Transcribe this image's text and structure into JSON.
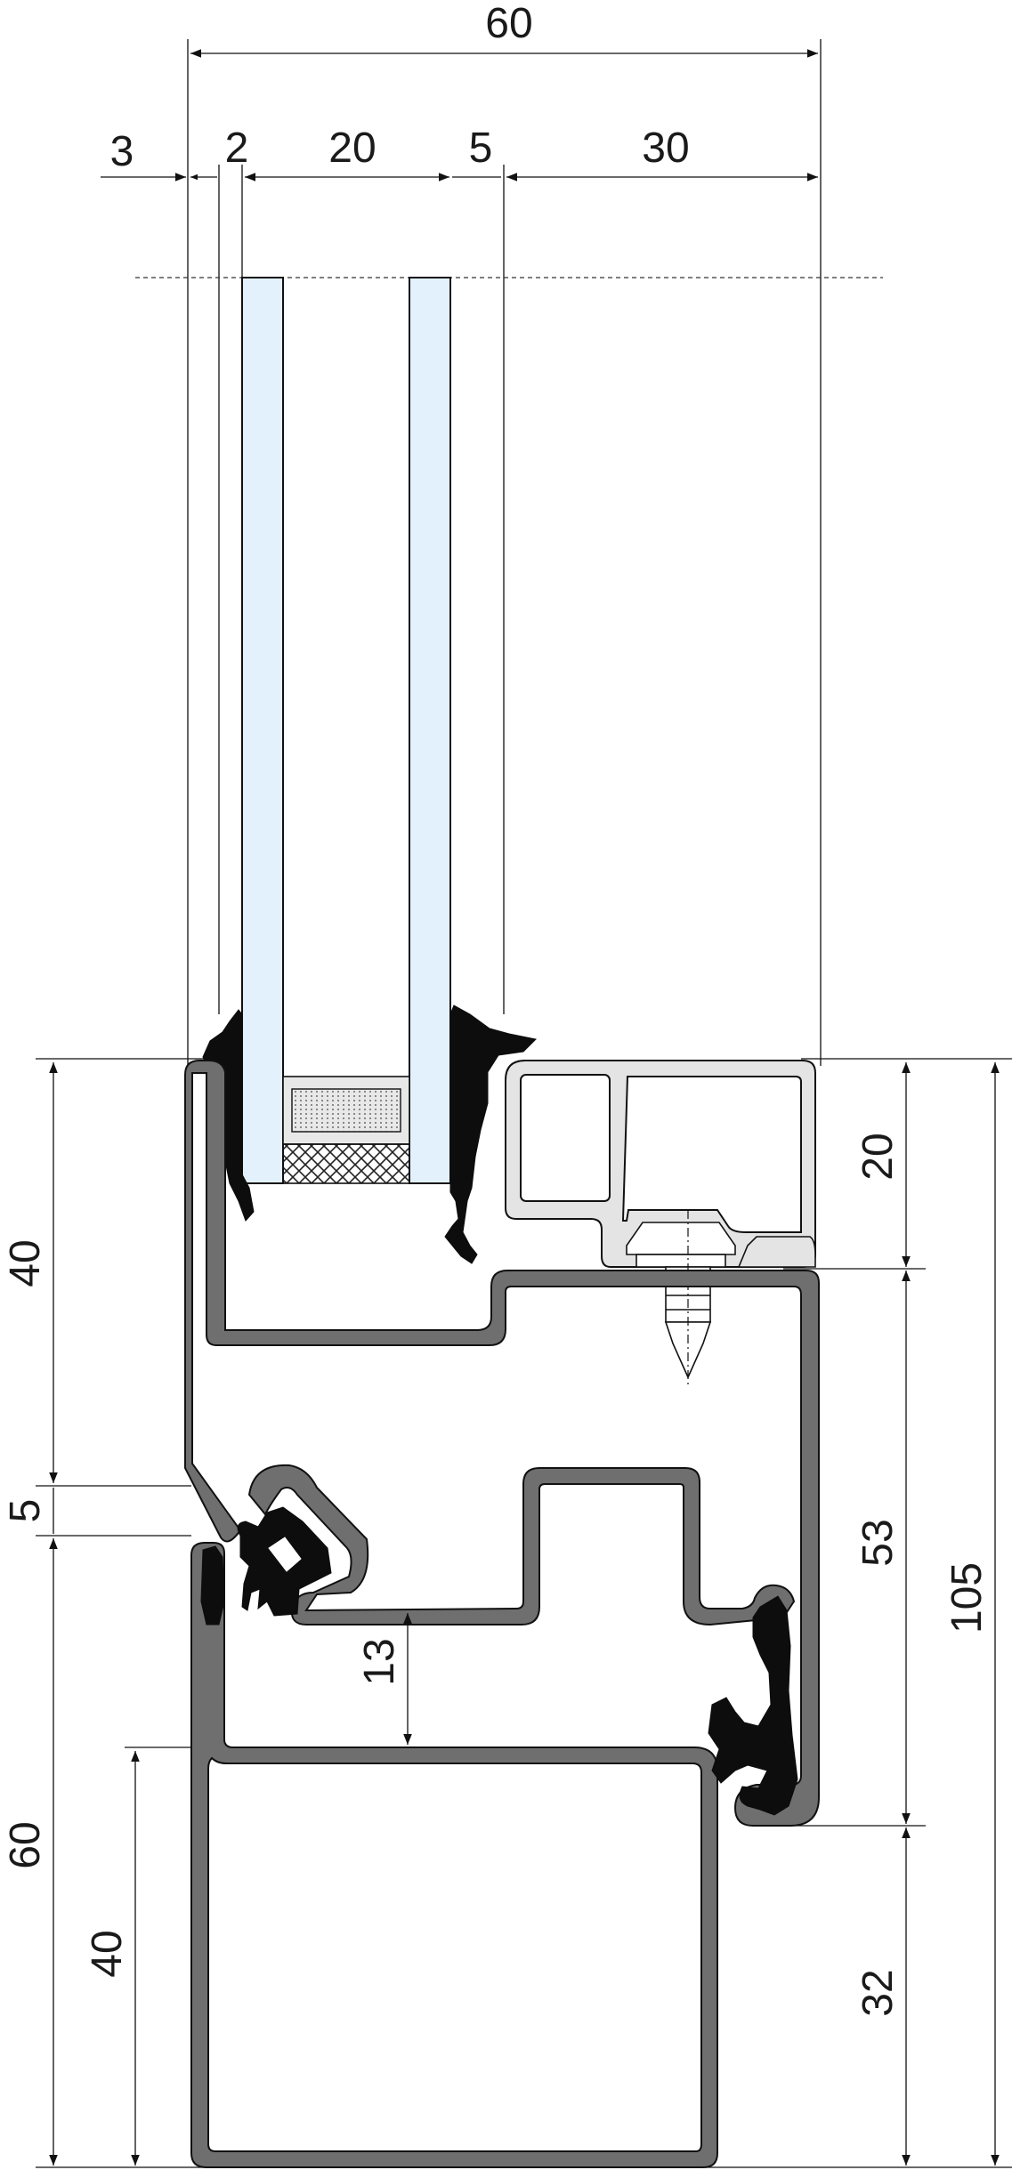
{
  "colors": {
    "frame_fill": "#6f6f6f",
    "gasket_fill": "#0d0d0d",
    "glass_fill": "#e2f1fb",
    "bead_fill": "#e4e4e4",
    "outline": "#111111"
  },
  "dimensions": {
    "top_total": "60",
    "seg_3": "3",
    "seg_2": "2",
    "seg_20": "20",
    "seg_5": "5",
    "seg_30": "30",
    "left_40": "40",
    "left_5": "5",
    "left_60": "60",
    "inner_40": "40",
    "inner_13": "13",
    "right_20": "20",
    "right_53": "53",
    "right_32": "32",
    "right_105": "105"
  }
}
